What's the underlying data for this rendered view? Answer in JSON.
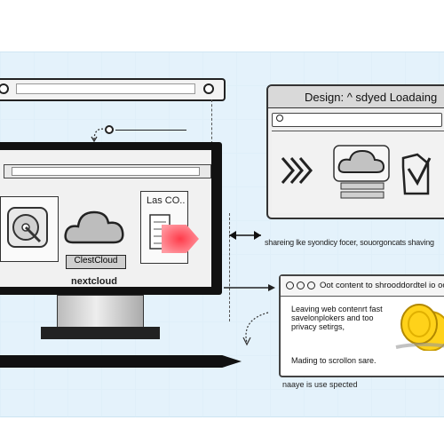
{
  "illustration": {
    "nextcloud_label": "nextcloud",
    "cloud_card_label": "ClestCloud",
    "doc_card_title": "Las CO..",
    "window": {
      "title": "Design: ^ sdyed Loadaing"
    },
    "arrow_caption": "shareing lke syondicy focer, souorgoncats shaving",
    "panel": {
      "header": "Oot content to shrooddordtel io oodn",
      "body_text": "Leaving web contenrt fast savelonplokers and too privacy setirgs,",
      "footer_text": "Mading to scrollon sare.",
      "footnote": "naaye is use spected"
    },
    "colors": {
      "background_band": "#e4f2fb",
      "accent_red": "#ff3b4a",
      "coin_yellow": "#ffd21a"
    }
  }
}
